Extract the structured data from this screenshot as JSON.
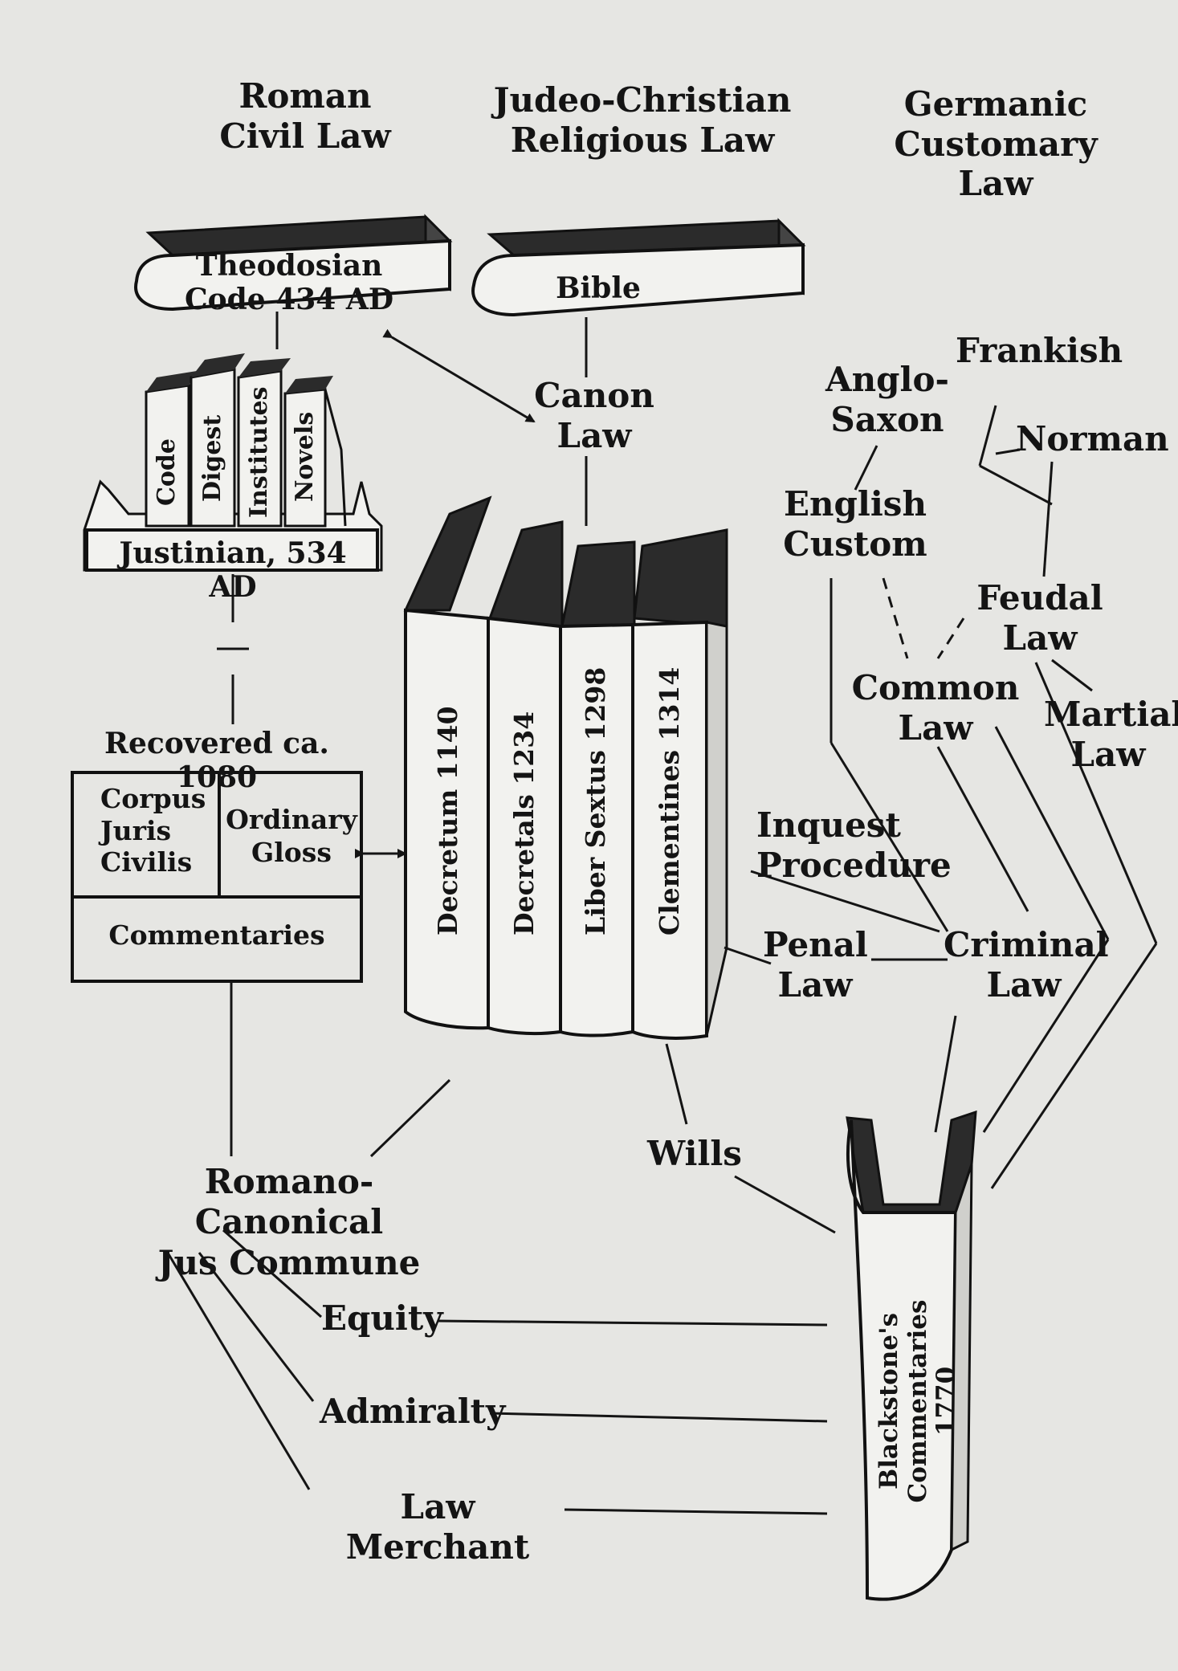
{
  "headings": {
    "roman": "Roman\nCivil Law",
    "judeo": "Judeo-Christian\nReligious Law",
    "germanic": "Germanic\nCustomary\nLaw"
  },
  "books": {
    "theodosian": "Theodosian\nCode 434 AD",
    "bible": "Bible",
    "justinian_base": "Justinian, 534 AD",
    "justinian_volumes": [
      "Code",
      "Digest",
      "Institutes",
      "Novels"
    ],
    "canon_volumes": [
      "Decretum 1140",
      "Decretals 1234",
      "Liber Sextus 1298",
      "Clementines 1314"
    ],
    "blackstone": "Blackstone's\nCommentaries 1770"
  },
  "recovered": {
    "caption": "Recovered ca. 1080",
    "corpus": "Corpus\nJuris\nCivilis",
    "gloss": "Ordinary\nGloss",
    "commentaries": "Commentaries"
  },
  "labels": {
    "canon_law": "Canon\nLaw",
    "frankish": "Frankish",
    "anglo_saxon": "Anglo-\nSaxon",
    "norman": "Norman",
    "english_custom": "English\nCustom",
    "feudal_law": "Feudal\nLaw",
    "common_law": "Common\nLaw",
    "martial_law": "Martial\nLaw",
    "inquest": "Inquest\nProcedure",
    "penal_law": "Penal\nLaw",
    "criminal_law": "Criminal\nLaw",
    "wills": "Wills",
    "romano": "Romano-Canonical\nJus Commune",
    "equity": "Equity",
    "admiralty": "Admiralty",
    "law_merchant": "Law Merchant"
  }
}
